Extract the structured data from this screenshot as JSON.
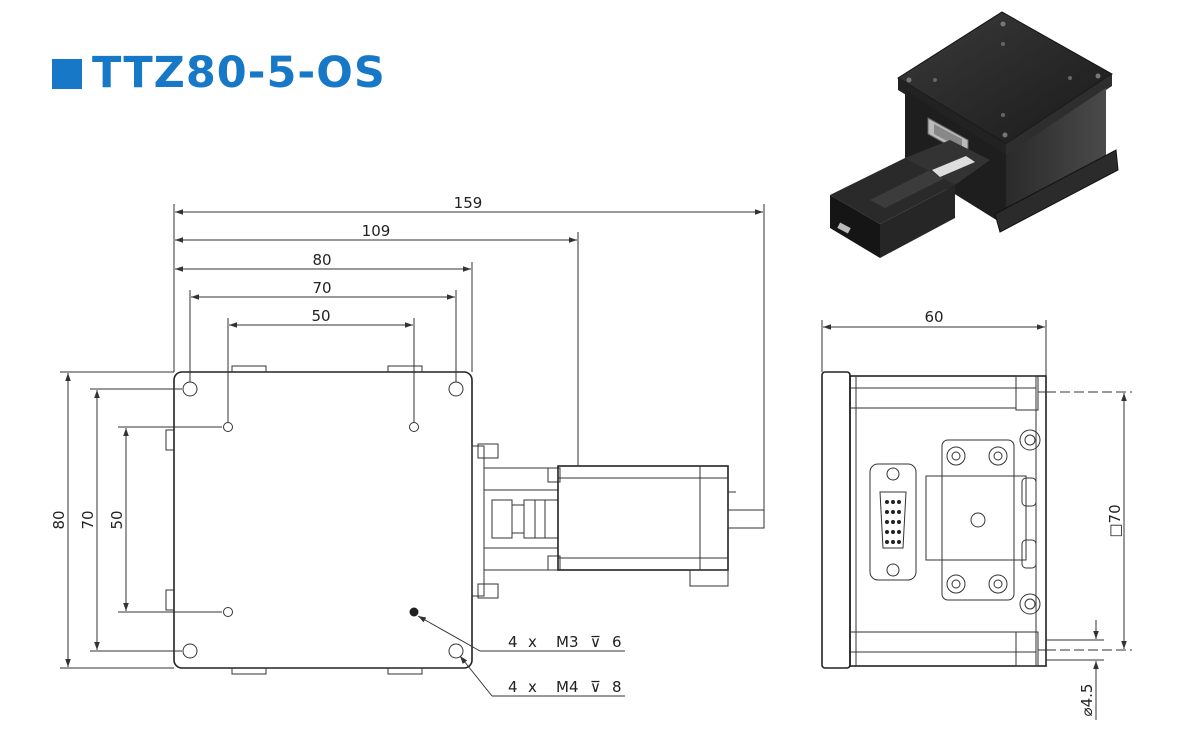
{
  "title": "TTZ80-5-OS",
  "dimensions": {
    "top": [
      "159",
      "109",
      "80",
      "70",
      "50"
    ],
    "left": [
      "80",
      "70",
      "50"
    ],
    "side_width": "60",
    "side_height": "□70",
    "diameter": "⌀4.5"
  },
  "callouts": [
    {
      "qty": "4",
      "x": "x",
      "thread": "M3",
      "depth_symbol": "⊽",
      "depth": "6"
    },
    {
      "qty": "4",
      "x": "x",
      "thread": "M4",
      "depth_symbol": "⊽",
      "depth": "8"
    }
  ],
  "colors": {
    "title": "#1878c8",
    "line": "#222222"
  }
}
